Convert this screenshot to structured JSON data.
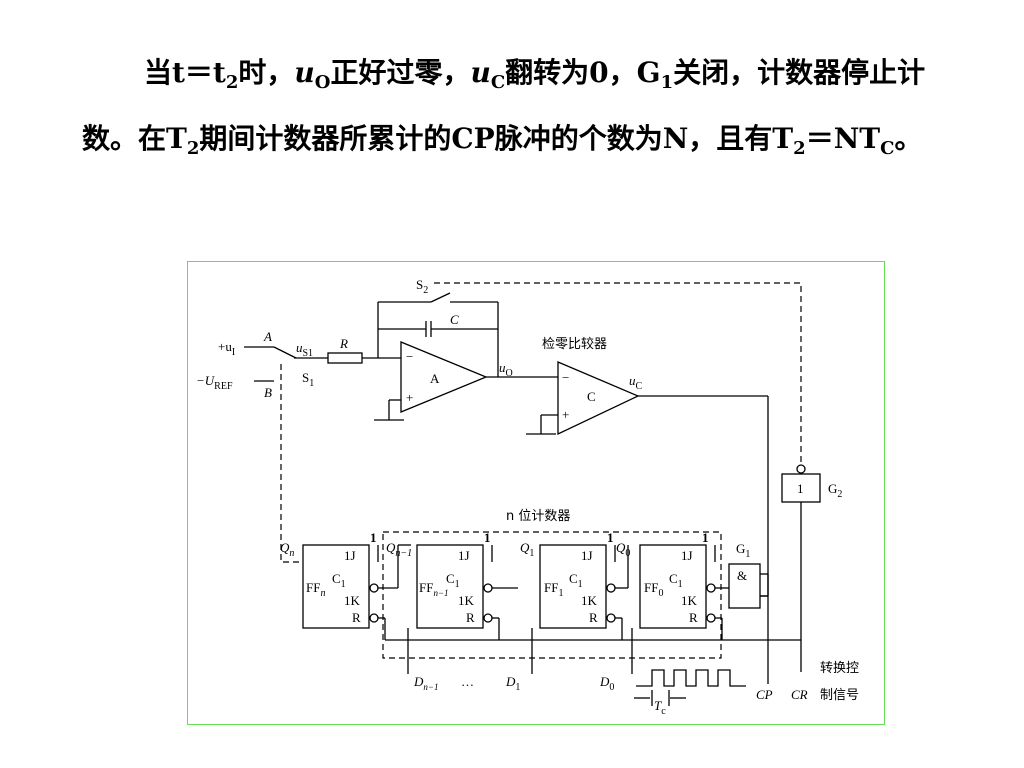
{
  "paragraph": {
    "s1": "当t＝t",
    "s1_sub": "2",
    "s2": "时，",
    "s3_it": "u",
    "s3_sub": "O",
    "s4": "正好过零，",
    "s5_it": "u",
    "s5_sub": "C",
    "s6": "翻转为0，G",
    "s6_sub": "1",
    "s7": "关闭，计数器停止计数。在T",
    "s7_sub": "2",
    "s8": "期间计数器所累计的CP脉冲的个数为N，且有T",
    "s8_sub": "2",
    "s9": "＝NT",
    "s9_sub": "C",
    "s10": "。"
  },
  "circuit": {
    "input_ui": "+u",
    "input_ui_sub": "I",
    "input_uref": "−U",
    "input_uref_sub": "REF",
    "node_a": "A",
    "node_b": "B",
    "us1": "u",
    "us1_sub": "S1",
    "resistor": "R",
    "capacitor": "C",
    "switch_s1": "S",
    "switch_s1_sub": "1",
    "switch_s2": "S",
    "switch_s2_sub": "2",
    "integrator": "A",
    "comparator": "C",
    "comparator_title": "检零比较器",
    "uo": "u",
    "uo_sub": "O",
    "uc": "u",
    "uc_sub": "C",
    "minus": "−",
    "plus": "+",
    "gate_g2": "G",
    "gate_g2_sub": "2",
    "gate_g2_symbol": "1",
    "gate_g1": "G",
    "gate_g1_sub": "1",
    "gate_g1_symbol": "&",
    "counter_title": "n 位计数器",
    "ff_pin_j": "1J",
    "ff_pin_c": "C",
    "ff_pin_c_sub": "1",
    "ff_pin_k": "1K",
    "ff_pin_r": "R",
    "ff_high": "1",
    "ff_prefix": "FF",
    "ff_n_sub": "n",
    "ff_n1_sub": "n−1",
    "ff_1_sub": "1",
    "ff_0_sub": "0",
    "q_n": "Q",
    "q_n_sub": "n",
    "q_n1": "Q",
    "q_n1_sub": "n−1",
    "q_1": "Q",
    "q_1_sub": "1",
    "q_0": "Q",
    "q_0_sub": "0",
    "d_n1": "D",
    "d_n1_sub": "n−1",
    "d_dots": "…",
    "d_1": "D",
    "d_1_sub": "1",
    "d_0": "D",
    "d_0_sub": "0",
    "tc": "T",
    "tc_sub": "c",
    "cp": "CP",
    "cr": "CR",
    "convert_line1": "转换控",
    "convert_line2": "制信号"
  }
}
